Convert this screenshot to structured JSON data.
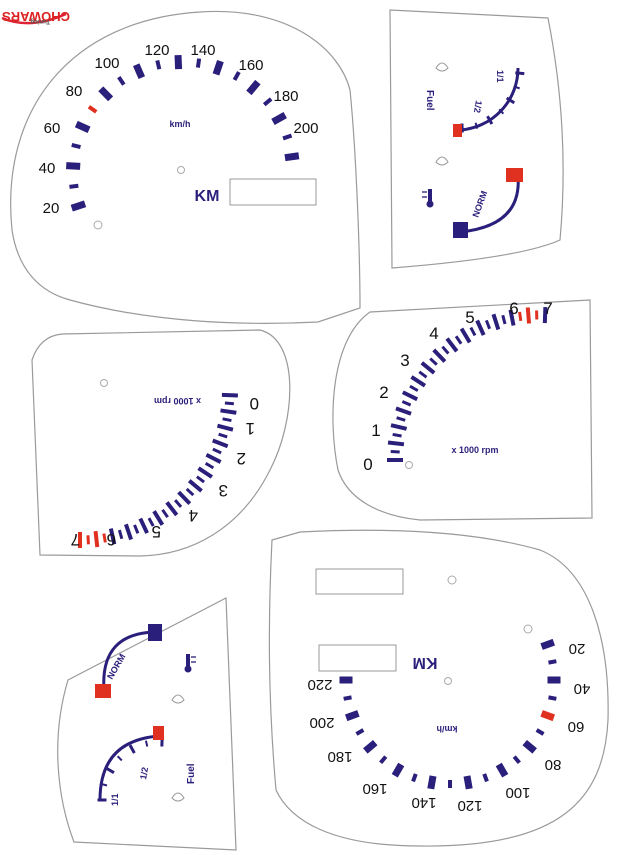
{
  "logo": {
    "brand": "CHOWARS",
    "tagline": "Tuning"
  },
  "speedo": {
    "unit_label": "km/h",
    "odo_label": "KM",
    "numbers": [
      "20",
      "40",
      "60",
      "80",
      "100",
      "120",
      "140",
      "160",
      "180",
      "200"
    ]
  },
  "fuel_temp": {
    "fuel_label": "Fuel",
    "full_mark": "1/1",
    "half_mark": "1/2",
    "norm_label": "NORM"
  },
  "tacho": {
    "unit_label": "x 1000 rpm",
    "numbers": [
      "0",
      "1",
      "2",
      "3",
      "4",
      "5",
      "6",
      "7"
    ]
  },
  "speedo_mirror": {
    "unit_label": "km/h",
    "odo_label": "KM",
    "numbers": [
      "20",
      "40",
      "60",
      "80",
      "100",
      "120",
      "140",
      "160",
      "180",
      "200",
      "220"
    ]
  },
  "colors": {
    "marks": "#2a1f7a",
    "redline": "#e03020",
    "outline": "#9a9a9a"
  }
}
